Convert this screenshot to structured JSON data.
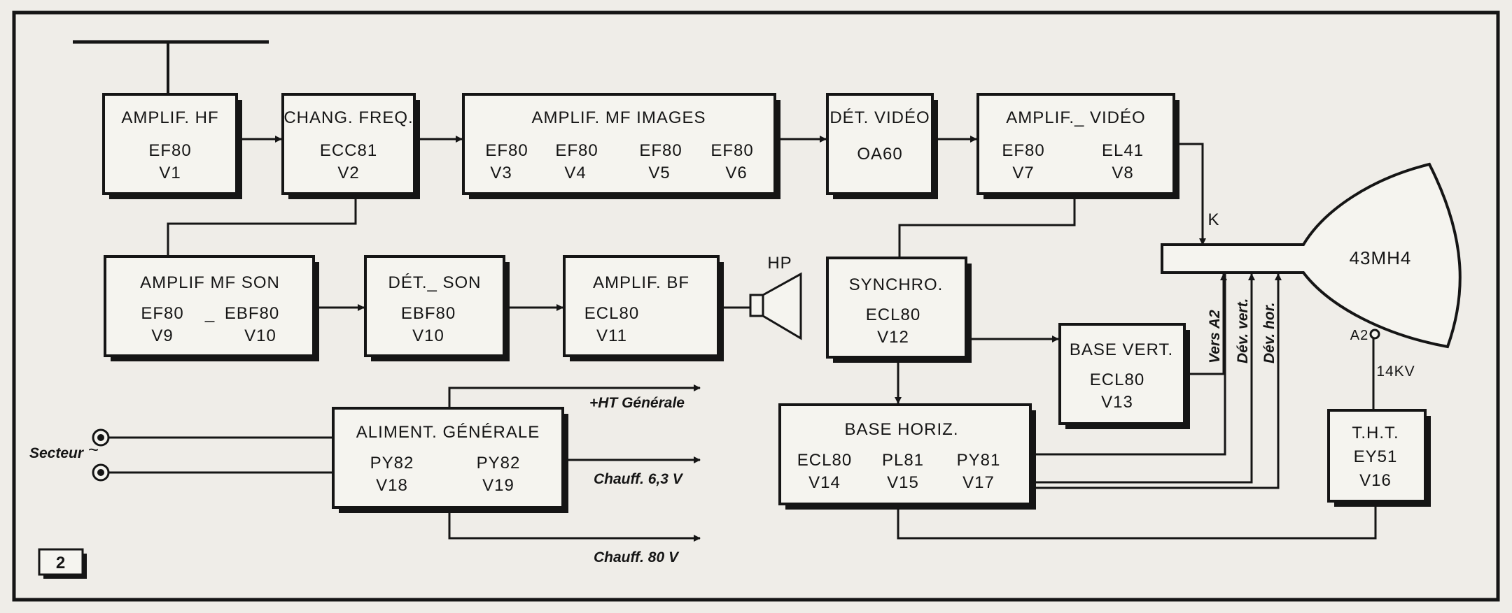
{
  "colors": {
    "ink": "#151515",
    "paper": "#efede8"
  },
  "blocks": {
    "amplif_hf": {
      "title": "AMPLIF. HF",
      "tubes": [
        "EF80"
      ],
      "refs": [
        "V1"
      ]
    },
    "chang_freq": {
      "title": "CHANG. FREQ.",
      "tubes": [
        "ECC81"
      ],
      "refs": [
        "V2"
      ]
    },
    "amplif_mf_images": {
      "title": "AMPLIF.  MF  IMAGES",
      "tubes": [
        "EF80",
        "EF80",
        "EF80",
        "EF80"
      ],
      "refs": [
        "V3",
        "V4",
        "V5",
        "V6"
      ]
    },
    "det_video": {
      "title": "DÉT. VIDÉO",
      "tubes": [
        "OA60"
      ]
    },
    "amplif_video": {
      "title": "AMPLIF._ VIDÉO",
      "tubes": [
        "EF80",
        "EL41"
      ],
      "refs": [
        "V7",
        "V8"
      ]
    },
    "amplif_mf_son": {
      "title": "AMPLIF  MF  SON",
      "tubes": [
        "EF80",
        "EBF80"
      ],
      "dash": "_",
      "refs": [
        "V9",
        "V10"
      ]
    },
    "det_son": {
      "title": "DÉT._ SON",
      "tubes": [
        "EBF80"
      ],
      "refs": [
        "V10"
      ]
    },
    "amplif_bf": {
      "title": "AMPLIF.  BF",
      "tubes": [
        "ECL80"
      ],
      "refs": [
        "V11"
      ]
    },
    "synchro": {
      "title": "SYNCHRO.",
      "tubes": [
        "ECL80"
      ],
      "refs": [
        "V12"
      ]
    },
    "base_vert": {
      "title": "BASE  VERT.",
      "tubes": [
        "ECL80"
      ],
      "refs": [
        "V13"
      ]
    },
    "base_horiz": {
      "title": "BASE    HORIZ.",
      "tubes": [
        "ECL80",
        "PL81",
        "PY81"
      ],
      "refs": [
        "V14",
        "V15",
        "V17"
      ]
    },
    "aliment": {
      "title": "ALIMENT.  GÉNÉRALE",
      "tubes": [
        "PY82",
        "PY82"
      ],
      "refs": [
        "V18",
        "V19"
      ]
    },
    "tht": {
      "title": "T.H.T.",
      "tubes": [
        "EY51"
      ],
      "refs": [
        "V16"
      ]
    }
  },
  "crt": {
    "label": "43MH4",
    "cathode_label": "K",
    "anode_label": "A2",
    "hv_label": "14KV"
  },
  "speaker_label": "HP",
  "signal_labels": {
    "vers_a2": "Vers A2",
    "dev_vert": "Dév. vert.",
    "dev_hor": "Dév. hor."
  },
  "supply": {
    "secteur": "Secteur",
    "tilde": "~",
    "ht_generale": "+HT Générale",
    "chauff_63": "Chauff. 6,3 V",
    "chauff_80": "Chauff.  80 V"
  },
  "figure_number": "2"
}
